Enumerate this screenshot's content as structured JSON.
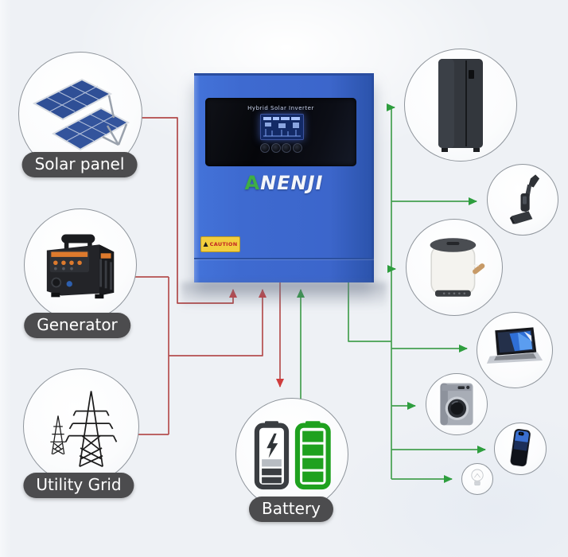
{
  "sources": [
    {
      "id": "solar-panel",
      "label": "Solar panel",
      "icon": "solar-panel-icon"
    },
    {
      "id": "generator",
      "label": "Generator",
      "icon": "generator-icon"
    },
    {
      "id": "utility-grid",
      "label": "Utility Grid",
      "icon": "utility-grid-icon"
    }
  ],
  "inverter": {
    "panel_title": "Hybrid Solar Inverter",
    "brand_first_letter": "A",
    "brand_rest": "NENJI",
    "caution_label": "CAUTION",
    "body_color": "#3e6ad0",
    "brand_accent_color": "#3fae45"
  },
  "battery": {
    "label": "Battery",
    "icon": "battery-icons",
    "charged_color": "#1fa11f",
    "depleted_color": "#3a3d41"
  },
  "appliances": [
    {
      "id": "refrigerator",
      "icon": "refrigerator-icon"
    },
    {
      "id": "vacuum-cleaner",
      "icon": "vacuum-cleaner-icon"
    },
    {
      "id": "air-fryer",
      "icon": "air-fryer-icon"
    },
    {
      "id": "laptop",
      "icon": "laptop-icon"
    },
    {
      "id": "washing-machine",
      "icon": "washing-machine-icon"
    },
    {
      "id": "smartphone",
      "icon": "smartphone-icon"
    },
    {
      "id": "light-bulb",
      "icon": "light-bulb-icon"
    }
  ],
  "flows": {
    "solar_input_color": "#b24949",
    "generator_grid_input_color": "#b54f4f",
    "battery_charge_color": "#cf3d3d",
    "output_color": "#2e9e3e"
  },
  "label_style": {
    "background": "#4c4c4e",
    "text_color": "#ffffff"
  }
}
